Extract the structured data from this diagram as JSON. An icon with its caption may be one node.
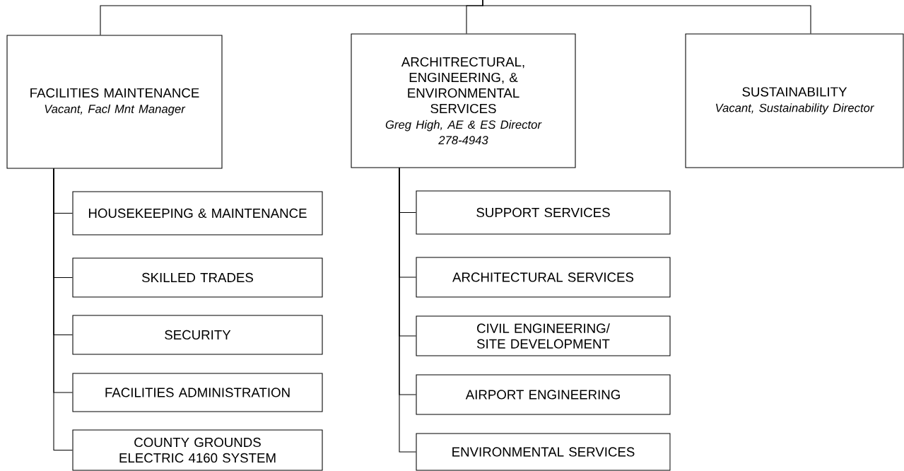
{
  "diagram": {
    "nodes": [
      {
        "text": [
          "FACILITIES MAINTENANCE",
          "Vacant, Facl Mnt Manager"
        ]
      },
      {
        "text": [
          "ARCHITRECTURAL, ENGINEERING, & ENVIRONMENTAL SERVICES",
          "Greg High, AE & ES Director",
          "278-4943"
        ]
      },
      {
        "text": [
          "SUSTAINABILITY",
          "Vacant, Sustainability Director"
        ]
      },
      {
        "text": [
          "HOUSEKEEPING & MAINTENANCE"
        ]
      },
      {
        "text": [
          "SKILLED TRADES"
        ]
      },
      {
        "text": [
          "SECURITY"
        ]
      },
      {
        "text": [
          "FACILITIES ADMINISTRATION"
        ]
      },
      {
        "text": [
          "COUNTY GROUNDS ELECTRIC 4160 SYSTEM"
        ]
      },
      {
        "text": [
          "SUPPORT SERVICES"
        ]
      },
      {
        "text": [
          "ARCHITECTURAL SERVICES"
        ]
      },
      {
        "text": [
          "CIVIL ENGINEERING/ SITE DEVELOPMENT"
        ]
      },
      {
        "text": [
          "AIRPORT ENGINEERING"
        ]
      },
      {
        "text": [
          "ENVIRONMENTAL SERVICES"
        ]
      }
    ],
    "edges": [
      {
        "from": null,
        "to": 0,
        "arrow": "none"
      },
      {
        "from": null,
        "to": 1,
        "arrow": "none"
      },
      {
        "from": null,
        "to": 2,
        "arrow": "none"
      },
      {
        "from": 0,
        "to": 3,
        "arrow": "none"
      },
      {
        "from": 0,
        "to": 4,
        "arrow": "none"
      },
      {
        "from": 0,
        "to": 5,
        "arrow": "none"
      },
      {
        "from": 0,
        "to": 6,
        "arrow": "none"
      },
      {
        "from": 0,
        "to": 7,
        "arrow": "none"
      },
      {
        "from": 1,
        "to": 8,
        "arrow": "none"
      },
      {
        "from": 1,
        "to": 9,
        "arrow": "none"
      },
      {
        "from": 1,
        "to": 10,
        "arrow": "none"
      },
      {
        "from": 1,
        "to": 11,
        "arrow": "none"
      },
      {
        "from": 1,
        "to": 12,
        "arrow": "none"
      }
    ]
  }
}
